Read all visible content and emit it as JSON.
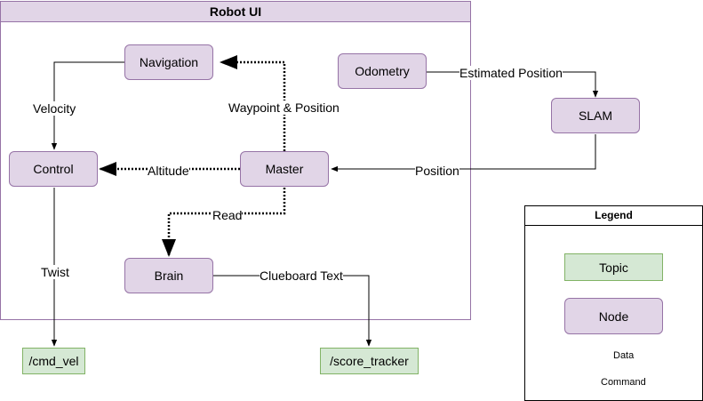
{
  "container": {
    "title": "Robot UI"
  },
  "nodes": {
    "navigation": "Navigation",
    "odometry": "Odometry",
    "slam": "SLAM",
    "control": "Control",
    "master": "Master",
    "brain": "Brain"
  },
  "topics": {
    "cmd_vel": "/cmd_vel",
    "score_tracker": "/score_tracker"
  },
  "edges": {
    "velocity": "Velocity",
    "estimated_position": "Estimated Position",
    "waypoint_position": "Waypoint & Position",
    "altitude": "Altitude",
    "position": "Position",
    "read": "Read",
    "twist": "Twist",
    "clueboard_text": "Clueboard Text"
  },
  "legend": {
    "title": "Legend",
    "topic": "Topic",
    "node": "Node",
    "data": "Data",
    "command": "Command"
  },
  "colors": {
    "node_fill": "#e1d5e7",
    "node_border": "#9673a6",
    "topic_fill": "#d5e8d4",
    "topic_border": "#82b366"
  }
}
